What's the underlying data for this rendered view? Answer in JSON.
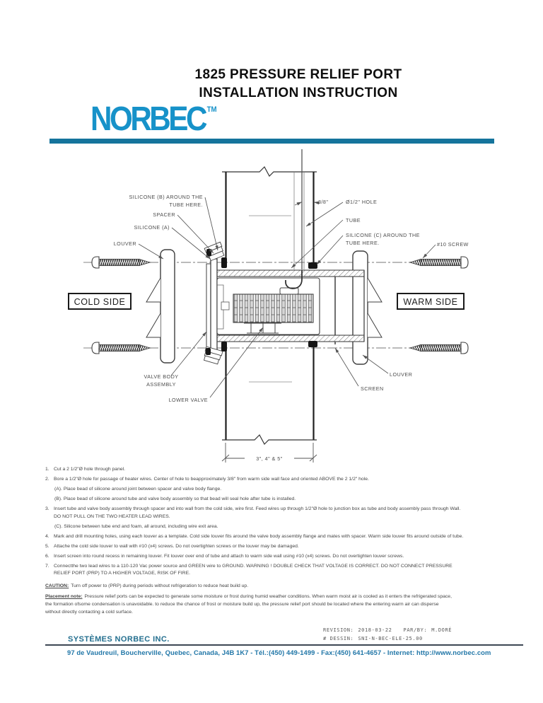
{
  "header": {
    "title_line1": "1825 PRESSURE RELIEF PORT",
    "title_line2": "INSTALLATION INSTRUCTION",
    "logo_text": "NORBEC",
    "logo_tm": "TM",
    "logo_color": "#1792c9",
    "bar_color": "#15749c"
  },
  "drawing": {
    "labels": {
      "silicone_b_1": "SILICONE (B) AROUND THE",
      "silicone_b_2": "TUBE HERE.",
      "spacer": "SPACER",
      "silicone_a": "SILICONE (A)",
      "louver_left": "LOUVER",
      "dim_38": "3/8\"",
      "hole": "Ø1/2\" HOLE",
      "tube": "TUBE",
      "silicone_c_1": "SILICONE (C) AROUND THE",
      "silicone_c_2": "TUBE HERE.",
      "screw": "#10 SCREW",
      "cold_side": "COLD SIDE",
      "warm_side": "WARM SIDE",
      "valve_body_1": "VALVE BODY",
      "valve_body_2": "ASSEMBLY",
      "lower_valve": "LOWER VALVE",
      "screen": "SCREEN",
      "louver_right": "LOUVER",
      "dim_width": "3\", 4\" & 5\""
    }
  },
  "instructions": {
    "items": [
      {
        "num": "1.",
        "text": "Cut a 2 1/2\"Ø hole through panel."
      },
      {
        "num": "2.",
        "text": "Bore a 1/2\"Ø hole for passage of heater wires. Center of hole to beapproximately 3/8\" from warm side wall face and oriented ABOVE the 2 1/2\" hole."
      },
      {
        "num": "",
        "text": "(A). Place bead of silicone around joint between spacer and valve body flange."
      },
      {
        "num": "",
        "text": "(B). Place bead of silicone around tube and valve body assembly so that bead will seal hole after tube is installed."
      },
      {
        "num": "3.",
        "text": "Insert tube and valve body assembly through spacer and into wall from the cold side, wire first. Feed wires up through 1/2\"Ø hole to junction box as tube and body assembly pass through Wall.",
        "text2": "DO NOT PULL ON THE TWO HEATER LEAD WIRES."
      },
      {
        "num": "",
        "text": "(C). Silicone between tube end and foam, all around, including wire exit area."
      },
      {
        "num": "4.",
        "text": "Mark and drill mounting holes, using each louver as a template. Cold side louver fits around the valve body assembly flange and mates with spacer. Warm side louver fits around outside of tube."
      },
      {
        "num": "5.",
        "text": "Attache the cold side louver to wall with #10 (x4) screws. Do not overtighten screws or the louver may be damaged."
      },
      {
        "num": "6.",
        "text": "Insert screen into round recess in remaining louver. Fit louver over end of tube and attach to warm side wall using #10 (x4) screws. Do not overtighten louver screws."
      },
      {
        "num": "7.",
        "text": "Connectthe two lead wires to a 110-120 Vac power source and GREEN wire to GROUND. WARNING ! DOUBLE CHECK THAT VOLTAGE IS CORRECT. DO NOT CONNECT PRESSURE",
        "text2": "RELIEF PORT (PRP) TO A HIGHER VOLTAGE, RISK OF FIRE."
      }
    ],
    "caution_label": "CAUTION:",
    "caution_text": "Turn off power to (PRP) during periods without refrigeration to reduce heat build up.",
    "note_label": "Placement note:",
    "note_line1": "Pressure relief ports can be expected to generate some moisture or frost during humid weather conditions. When warm moist air is cooled as it enters the refrigerated space,",
    "note_line2": "the formation ofsome condensation is unavoidable. to reduce the chance of frost or moisture build up, the pressure relief port should be located where the entering warm air can disperse",
    "note_line3": "without directly contacting a cold surface."
  },
  "footer": {
    "revision_label": "REVISION:",
    "revision_value": "2018-03-22",
    "parby_label": "PAR/BY:",
    "parby_value": "M.DORÉ",
    "dessin_label": "# DESSIN:",
    "dessin_value": "SNI-N-BEC-ELE-25.00",
    "company": "SYSTÈMES NORBEC INC.",
    "address": "97 de Vaudreuil, Boucherville, Quebec, Canada, J4B 1K7 - Tél.:(450) 449-1499 - Fax:(450) 641-4657 - Internet: http://www.norbec.com",
    "company_color": "#246f8f",
    "address_color": "#2277a8"
  }
}
